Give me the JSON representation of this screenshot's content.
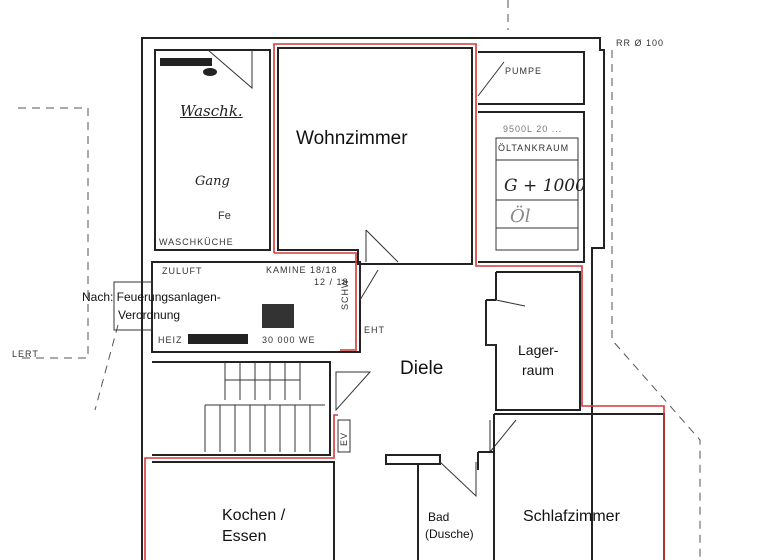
{
  "rooms": {
    "wohnzimmer": "Wohnzimmer",
    "diele": "Diele",
    "lagerraum": "Lager-\nraum",
    "lagerraum_line1": "Lager-",
    "lagerraum_line2": "raum",
    "kochen_line1": "Kochen /",
    "kochen_line2": "Essen",
    "bad_line1": "Bad",
    "bad_line2": "(Dusche)",
    "schlafzimmer": "Schlafzimmer",
    "waschkueche": "WASCHKÜCHE",
    "tankraum": "ÖLTANKRAUM",
    "pumpe": "PUMPE"
  },
  "annotations": {
    "rr": "RR Ø 100",
    "tank_note": "9500L 20 ...",
    "tank_hand": "G + 1000",
    "oel_hand": "Öl",
    "waschk_hand": "Waschk.",
    "gang_hand": "Gang",
    "fe": "Fe",
    "zuluft": "ZULUFT",
    "kamine_1": "KAMINE 18/18",
    "kamine_2": "12 / 18",
    "heiz": "HEIZ",
    "heiz_output": "30 000 WE",
    "schw": "SCHW",
    "eht": "EHT",
    "ev": "EV",
    "nach_line1": "Nach: Feuerungsanlagen-",
    "nach_line2": "Verordnung",
    "lert": "LERT"
  },
  "colors": {
    "walls": "#222222",
    "highlight": "#d23a3a"
  }
}
